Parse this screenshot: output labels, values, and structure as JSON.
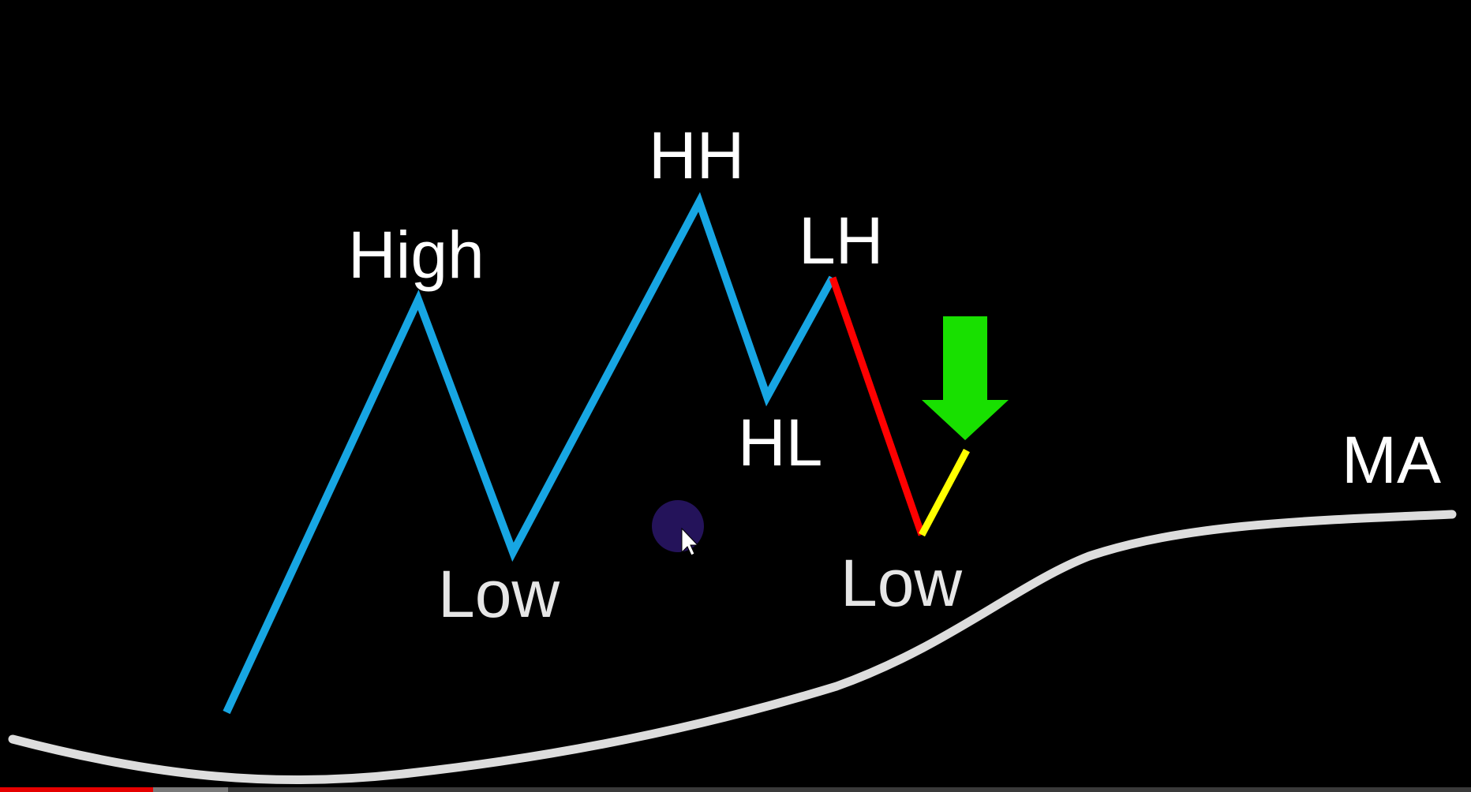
{
  "labels": {
    "high": "High",
    "low_1": "Low",
    "hh": "HH",
    "lh": "LH",
    "hl": "HL",
    "low_2": "Low",
    "ma": "MA"
  },
  "colors": {
    "background": "#000000",
    "swing_line": "#17a6e3",
    "lower_high_leg": "#ff0000",
    "retrace_leg": "#ffff00",
    "sell_arrow": "#18e000",
    "moving_average": "#dddddd",
    "label_text": "#ffffff",
    "low_label_text": "#e6e6e6",
    "cursor_highlight": "#24135a",
    "progress_played": "#e60000"
  },
  "icons": {
    "sell_arrow": "arrow-down-icon",
    "cursor": "mouse-pointer-icon"
  },
  "video_progress": {
    "played_fraction": 0.104,
    "buffered_fraction": 0.155
  }
}
